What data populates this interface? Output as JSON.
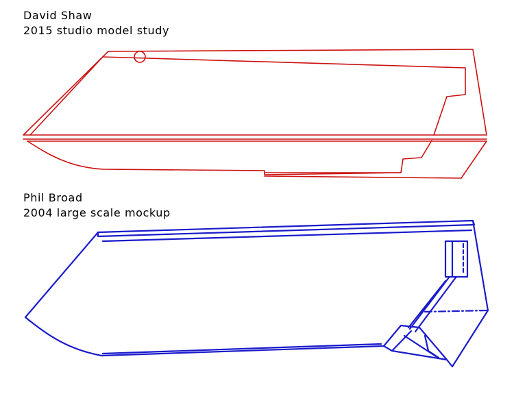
{
  "study_top": {
    "author": "David Shaw",
    "description": "2015 studio model study",
    "line_color": "#cc1111"
  },
  "study_bottom": {
    "author": "Phil Broad",
    "description": "2004 large scale mockup",
    "line_color": "#1a1acc"
  },
  "page_background": "#ffffff",
  "caption_color": "#000000"
}
